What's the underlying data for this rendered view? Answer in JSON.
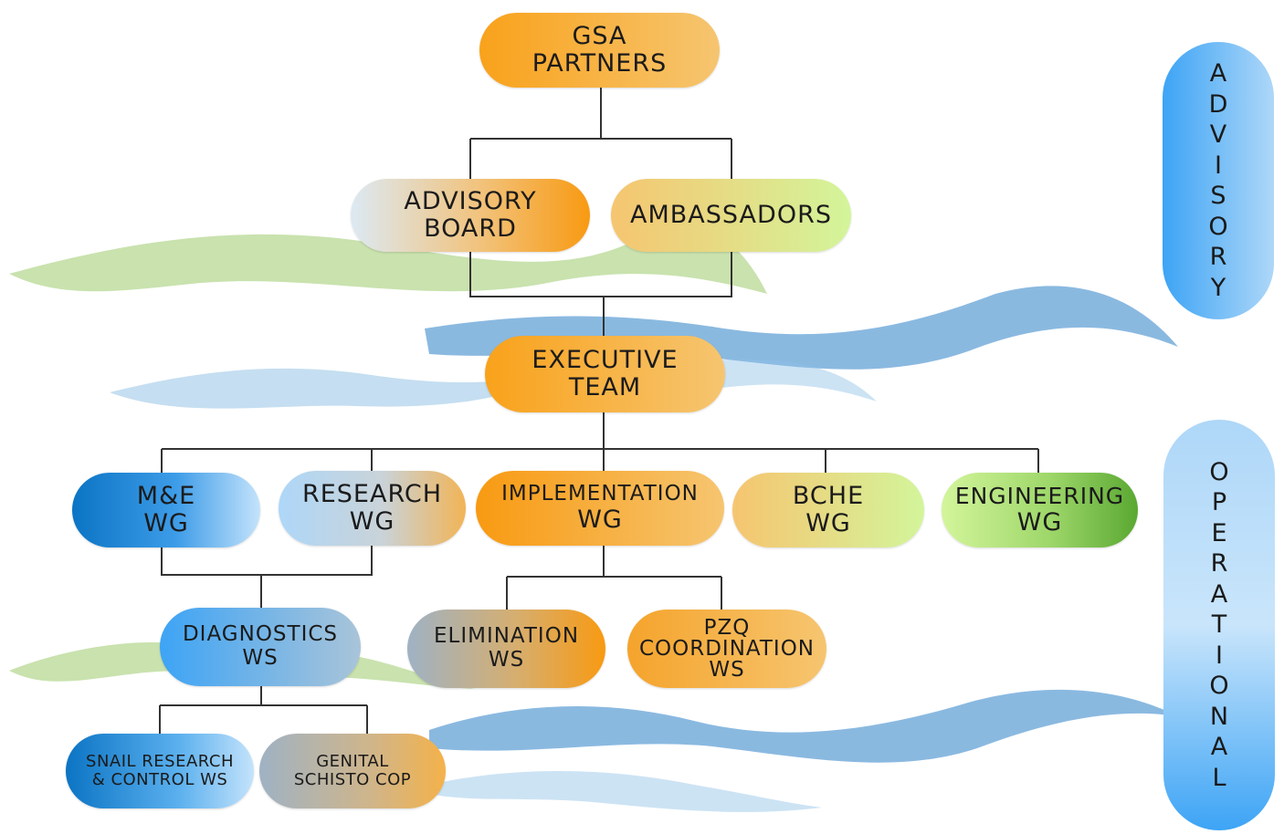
{
  "nodes": {
    "gsa_partners": [
      "GSA",
      "PARTNERS"
    ],
    "advisory_board": [
      "ADVISORY",
      "BOARD"
    ],
    "ambassadors": [
      "AMBASSADORS"
    ],
    "executive_team": [
      "EXECUTIVE",
      "TEAM"
    ],
    "me_wg": [
      "M&E",
      "WG"
    ],
    "research_wg": [
      "RESEARCH",
      "WG"
    ],
    "implementation_wg": [
      "IMPLEMENTATION",
      "WG"
    ],
    "bche_wg": [
      "BCHE",
      "WG"
    ],
    "engineering_wg": [
      "ENGINEERING",
      "WG"
    ],
    "diagnostics_ws": [
      "DIAGNOSTICS",
      "WS"
    ],
    "elimination_ws": [
      "ELIMINATION",
      "WS"
    ],
    "pzq_coordination_ws": [
      "PZQ",
      "COORDINATION",
      "WS"
    ],
    "snail_research_ws": [
      "SNAIL RESEARCH",
      "& CONTROL WS"
    ],
    "genital_schisto_cop": [
      "GENITAL",
      "SCHISTO COP"
    ]
  },
  "side_labels": {
    "advisory": [
      "A",
      "D",
      "V",
      "I",
      "S",
      "O",
      "R",
      "Y"
    ],
    "operational": [
      "O",
      "P",
      "E",
      "R",
      "A",
      "T",
      "I",
      "O",
      "N",
      "A",
      "L"
    ]
  },
  "colors": {
    "orange": "#f9a21b",
    "light_orange": "#f6c570",
    "light_green": "#d3f59b",
    "green": "#6bb83a",
    "dark_blue": "#0b74c4",
    "light_blue": "#aed7f8",
    "bright_blue": "#3da4f5",
    "grey_blue": "#9fb2c4",
    "connector": "#333333",
    "wave_green": "#9dcb6b",
    "wave_blue": "#4b93cf"
  }
}
